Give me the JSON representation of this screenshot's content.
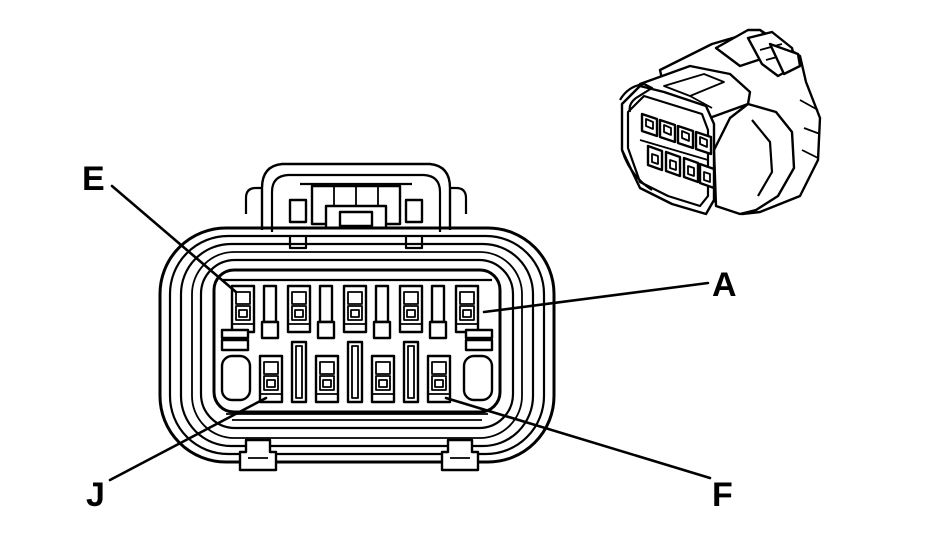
{
  "pin_labels": {
    "top_left": "E",
    "top_right": "A",
    "bottom_left": "J",
    "bottom_right": "F"
  },
  "colors": {
    "line": "#000000",
    "background": "#ffffff"
  }
}
